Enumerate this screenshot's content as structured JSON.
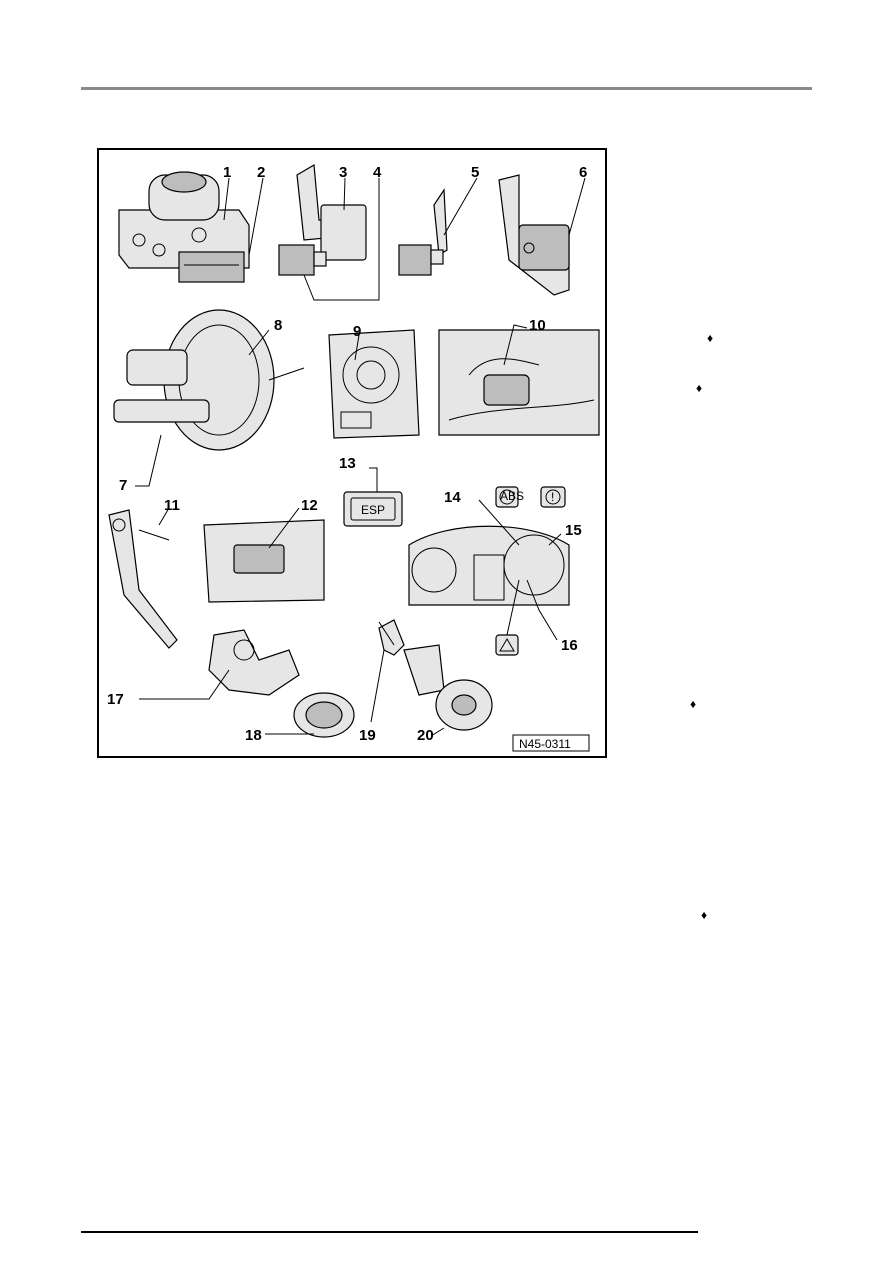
{
  "figure": {
    "code": "N45-0311",
    "callouts": [
      "1",
      "2",
      "3",
      "4",
      "5",
      "6",
      "7",
      "8",
      "9",
      "10",
      "11",
      "12",
      "13",
      "14",
      "15",
      "16",
      "17",
      "18",
      "19",
      "20"
    ],
    "switch_label": "ESP",
    "lamp_abs": "ABS",
    "lamp_brake": "!"
  },
  "bullets": [
    "♦",
    "♦",
    "♦",
    "♦"
  ]
}
